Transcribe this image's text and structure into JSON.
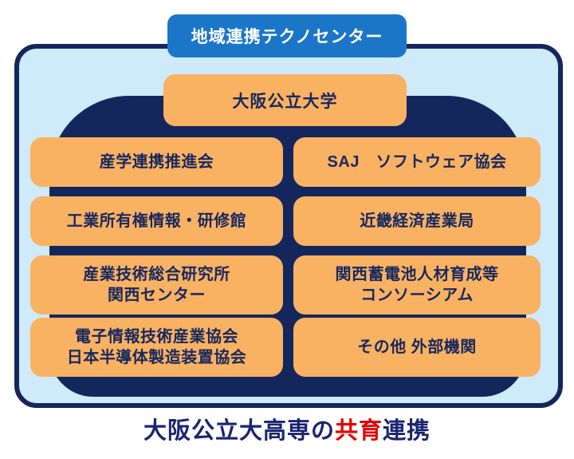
{
  "top_box": {
    "label": "地域連携テクノセンター"
  },
  "university_box": {
    "label": "大阪公立大学"
  },
  "partners": {
    "left": [
      {
        "lines": [
          "産学連携推進会"
        ]
      },
      {
        "lines": [
          "工業所有権情報・研修館"
        ]
      },
      {
        "lines": [
          "産業技術総合研究所",
          "関西センター"
        ]
      },
      {
        "lines": [
          "電子情報技術産業協会",
          "日本半導体製造装置協会"
        ]
      }
    ],
    "right": [
      {
        "lines": [
          "SAJ　ソフトウェア協会"
        ]
      },
      {
        "lines": [
          "近畿経済産業局"
        ]
      },
      {
        "lines": [
          "関西蓄電池人材育成等",
          "コンソーシアム"
        ]
      },
      {
        "lines": [
          "その他 外部機関"
        ]
      }
    ]
  },
  "caption": {
    "prefix": "大阪公立大高専の",
    "highlight": "共育",
    "suffix": "連携"
  },
  "colors": {
    "outer_panel_fill": "#cfeaf8",
    "outer_panel_border": "#14275c",
    "inner_blob_fill": "#14275c",
    "partner_box_fill": "#f9b162",
    "partner_box_text": "#17285e",
    "top_box_fill": "#1c76c8",
    "top_box_text": "#ffffff",
    "caption_text": "#1a2470",
    "caption_highlight": "#e60000"
  }
}
